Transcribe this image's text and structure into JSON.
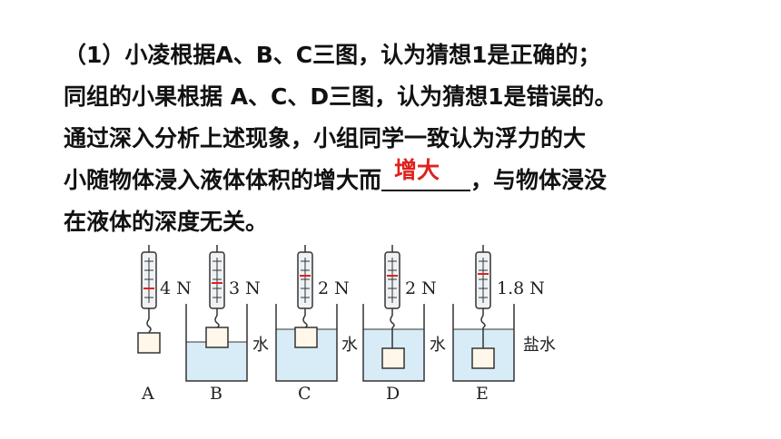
{
  "paragraph": {
    "line1": "（1）小凌根据A、B、C三图，认为猜想1是正确的；",
    "line2": "同组的小果根据 A、C、D三图，认为猜想1是错误的。",
    "line3": "通过深入分析上述现象，小组同学一致认为浮力的大",
    "line4_before": "小随物体浸入液体体积的增大而",
    "line4_answer": "增大",
    "line4_after": "，与物体浸没",
    "line5": "在液体的深度无关。"
  },
  "figure": {
    "panels": [
      {
        "label": "A",
        "reading": "4 N",
        "liquid": ""
      },
      {
        "label": "B",
        "reading": "3 N",
        "liquid": "水"
      },
      {
        "label": "C",
        "reading": "2 N",
        "liquid": "水"
      },
      {
        "label": "D",
        "reading": "2 N",
        "liquid": "水"
      },
      {
        "label": "E",
        "reading": "1.8 N",
        "liquid": "盐水"
      }
    ]
  },
  "colors": {
    "answer": "#e0211c",
    "water": "#d8ecf7",
    "pointer": "#e0211c"
  }
}
